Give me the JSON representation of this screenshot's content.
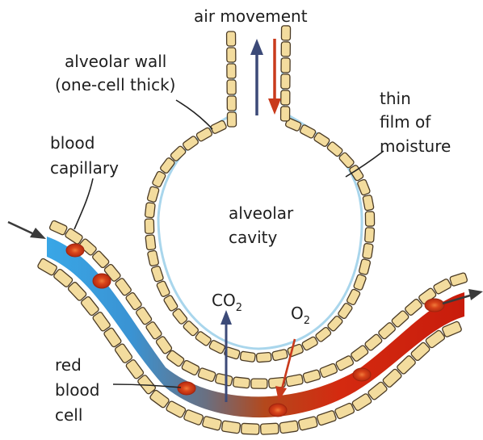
{
  "labels": {
    "air_movement": "air movement",
    "alveolar_wall_line1": "alveolar wall",
    "alveolar_wall_line2": "(one-cell thick)",
    "thin_film_line1": "thin",
    "thin_film_line2": "film of",
    "thin_film_line3": "moisture",
    "blood_capillary_line1": "blood",
    "blood_capillary_line2": "capillary",
    "alveolar_cavity_line1": "alveolar",
    "alveolar_cavity_line2": "cavity",
    "co2_main": "CO",
    "co2_sub": "2",
    "o2_main": "O",
    "o2_sub": "2",
    "red_blood_cell_line1": "red",
    "red_blood_cell_line2": "blood",
    "red_blood_cell_line3": "cell"
  },
  "colors": {
    "cell_fill": "#f3dc9e",
    "cell_outline": "#4a3a24",
    "moisture_film": "#a9d6ec",
    "deoxygenated_blood": "#3aa0e0",
    "oxygenated_blood": "#d42a10",
    "red_blood_cell": "#cf3b14",
    "arrow_up": "#3c4a78",
    "arrow_down": "#c93a1c"
  }
}
